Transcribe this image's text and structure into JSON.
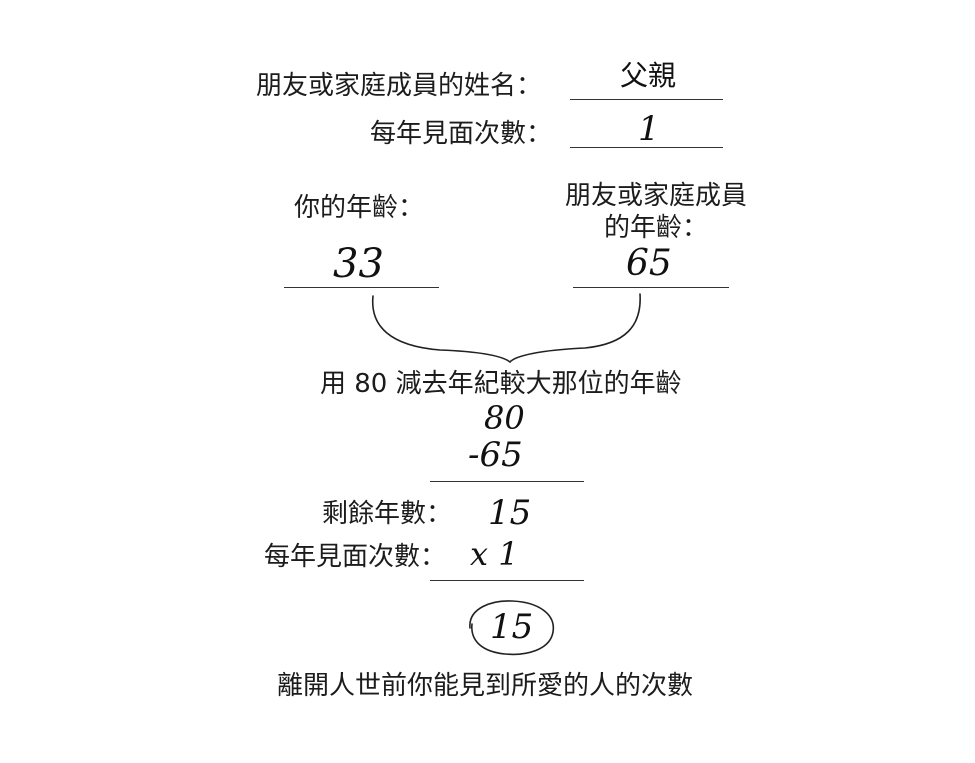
{
  "name_label": "朋友或家庭成員的姓名：",
  "name_value": "父親",
  "visits_label": "每年見面次數：",
  "visits_value": "1",
  "your_age_label": "你的年齡：",
  "your_age_value": "33",
  "their_age_label_line1": "朋友或家庭成員",
  "their_age_label_line2": "的年齡：",
  "their_age_value": "65",
  "instruction": "用 80 減去年紀較大那位的年齡",
  "minuend": "80",
  "subtrahend": "-65",
  "years_left_label": "剩餘年數：",
  "years_left_value": "15",
  "visits_label_2": "每年見面次數：",
  "multiplier": "x 1",
  "result": "15",
  "conclusion": "離開人世前你能見到所愛的人的次數"
}
